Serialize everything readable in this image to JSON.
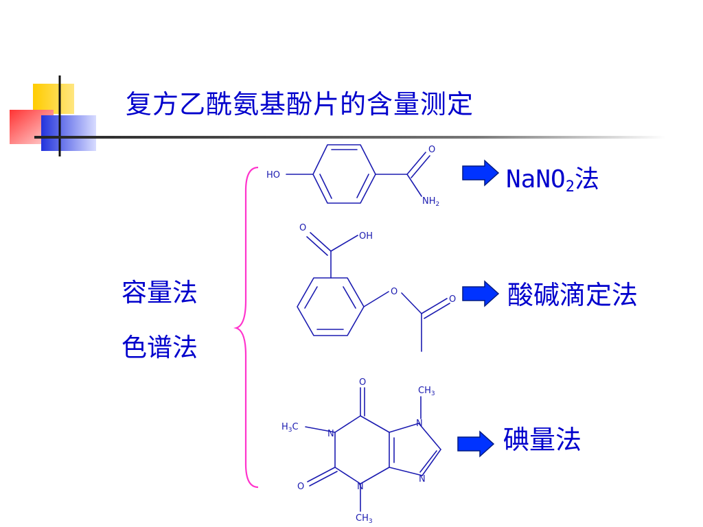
{
  "title": "复方乙酰氨基酚片的含量测定",
  "methods": [
    "容量法",
    "色谱法"
  ],
  "results": {
    "nano2": {
      "text": "NaNO",
      "sub": "2",
      "suffix": "法"
    },
    "acid_base": "酸碱滴定法",
    "iodine": "碘量法"
  },
  "molecules": {
    "paracetamol_like": {
      "ho": "HO",
      "o": "O",
      "nh2": "NH",
      "nh2_sub": "2"
    },
    "aspirin": {
      "o_carbonyl": "O",
      "oh": "OH",
      "o_ester": "O",
      "o_acetyl": "O"
    },
    "caffeine": {
      "o_top": "O",
      "ch3_top": "CH",
      "ch3_top_sub": "3",
      "n7": "N",
      "h3c_left": "H",
      "h3c_sub": "3",
      "h3c_c": "C",
      "n1": "N",
      "n9": "N",
      "o_bottom": "O",
      "n3": "N",
      "ch3_bottom": "CH",
      "ch3_bottom_sub": "3"
    }
  },
  "colors": {
    "title": "#0000cc",
    "molecule": "#1b1bb0",
    "brace": "#ff33cc",
    "arrow": "#0033ff",
    "deco_yellow": "#ffcc00",
    "deco_red": "#ff3333",
    "deco_blue": "#3344dd"
  }
}
